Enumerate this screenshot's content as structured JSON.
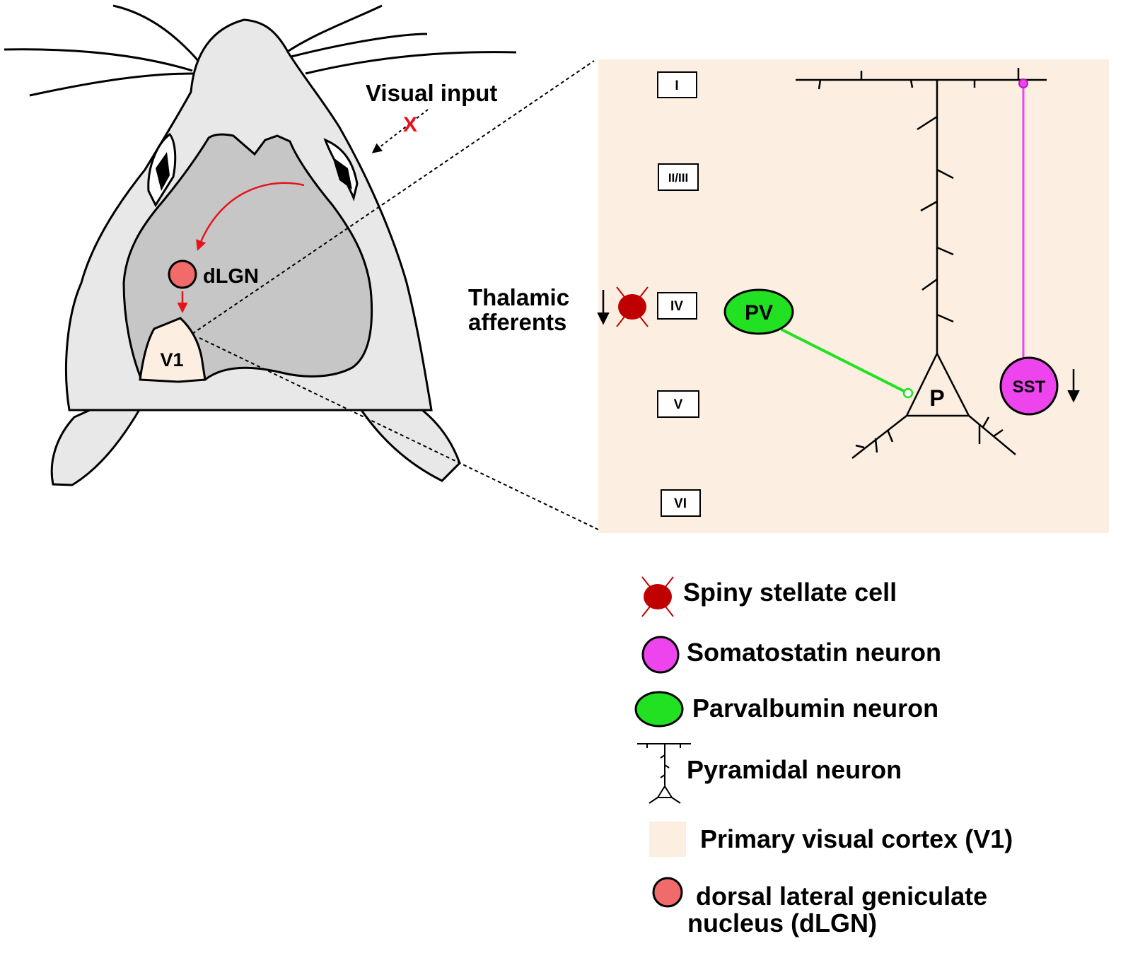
{
  "colors": {
    "head_fill": "#e8e8e8",
    "brain_fill": "#c6c6c6",
    "v1_fill": "#fcefe1",
    "cortex_panel": "#fcefe1",
    "red_arrow": "#e8121b",
    "dlgn_fill": "#f06b6a",
    "spiny_stellate": "#c00000",
    "pv_green": "#22e022",
    "sst_magenta": "#ee44ee",
    "outline": "#000000"
  },
  "mouse": {
    "visual_input_label": "Visual input",
    "block_mark": "X",
    "dlgn_label": "dLGN",
    "v1_label": "V1"
  },
  "cortex": {
    "layers": [
      "I",
      "II/III",
      "IV",
      "V",
      "VI"
    ],
    "thalamic_label_line1": "Thalamic",
    "thalamic_label_line2": "afferents",
    "pv_label": "PV",
    "sst_label": "SST",
    "pyramidal_label": "P"
  },
  "legend": {
    "spiny_stellate": "Spiny stellate cell",
    "somatostatin": "Somatostatin neuron",
    "parvalbumin": "Parvalbumin neuron",
    "pyramidal": "Pyramidal neuron",
    "v1": "Primary visual cortex (V1)",
    "dlgn_line1": "dorsal lateral geniculate",
    "dlgn_line2": "nucleus (dLGN)"
  }
}
